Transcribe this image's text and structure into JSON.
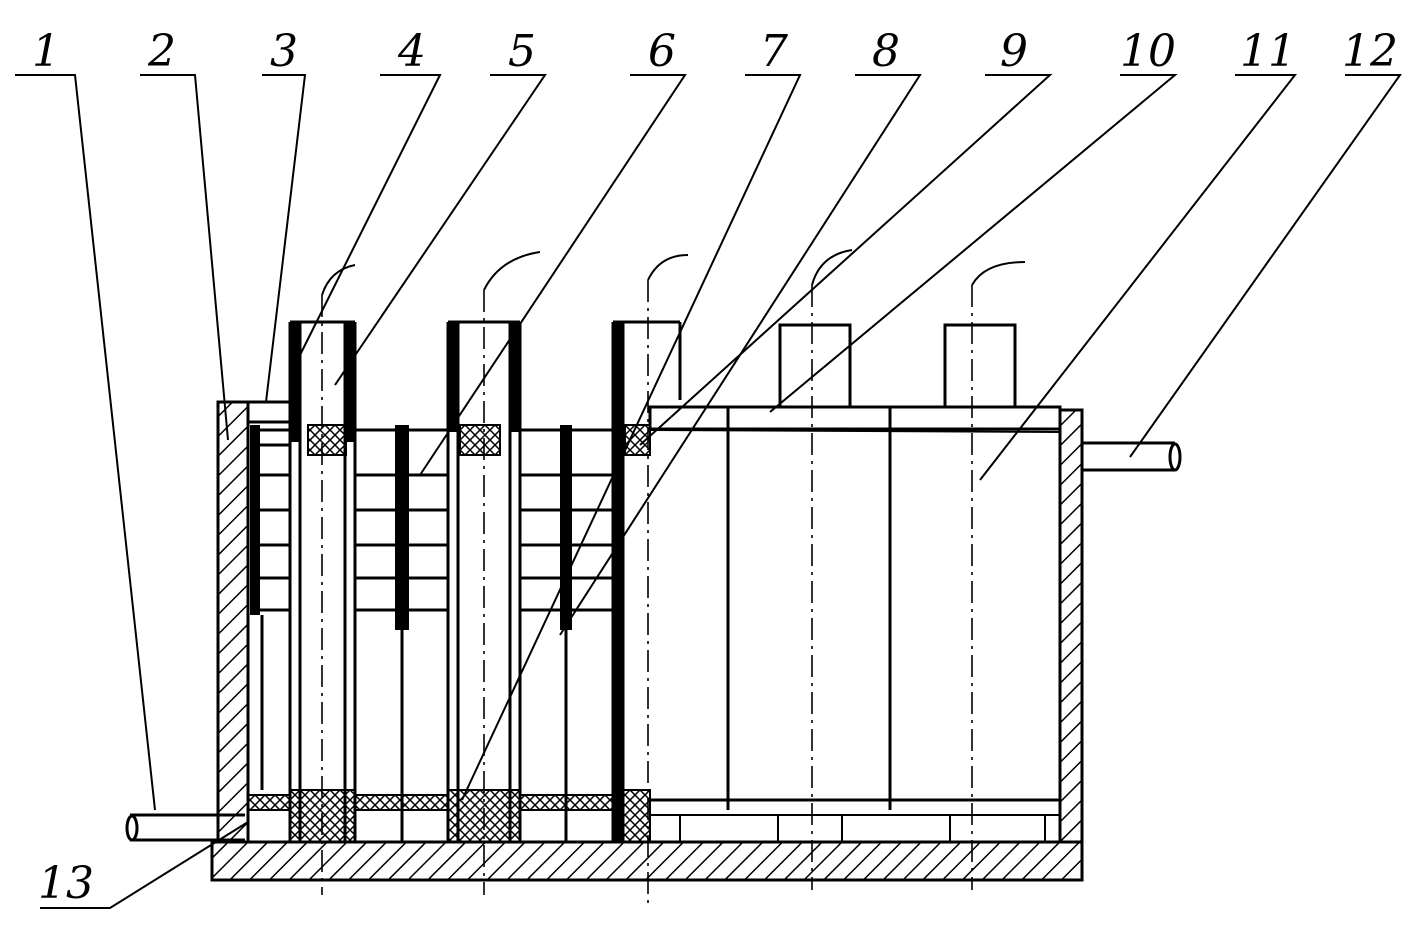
{
  "figure": {
    "labels": [
      "1",
      "2",
      "3",
      "4",
      "5",
      "6",
      "7",
      "8",
      "9",
      "10",
      "11",
      "12",
      "13"
    ]
  },
  "colors": {
    "ink": "#000000",
    "paper": "#ffffff"
  }
}
